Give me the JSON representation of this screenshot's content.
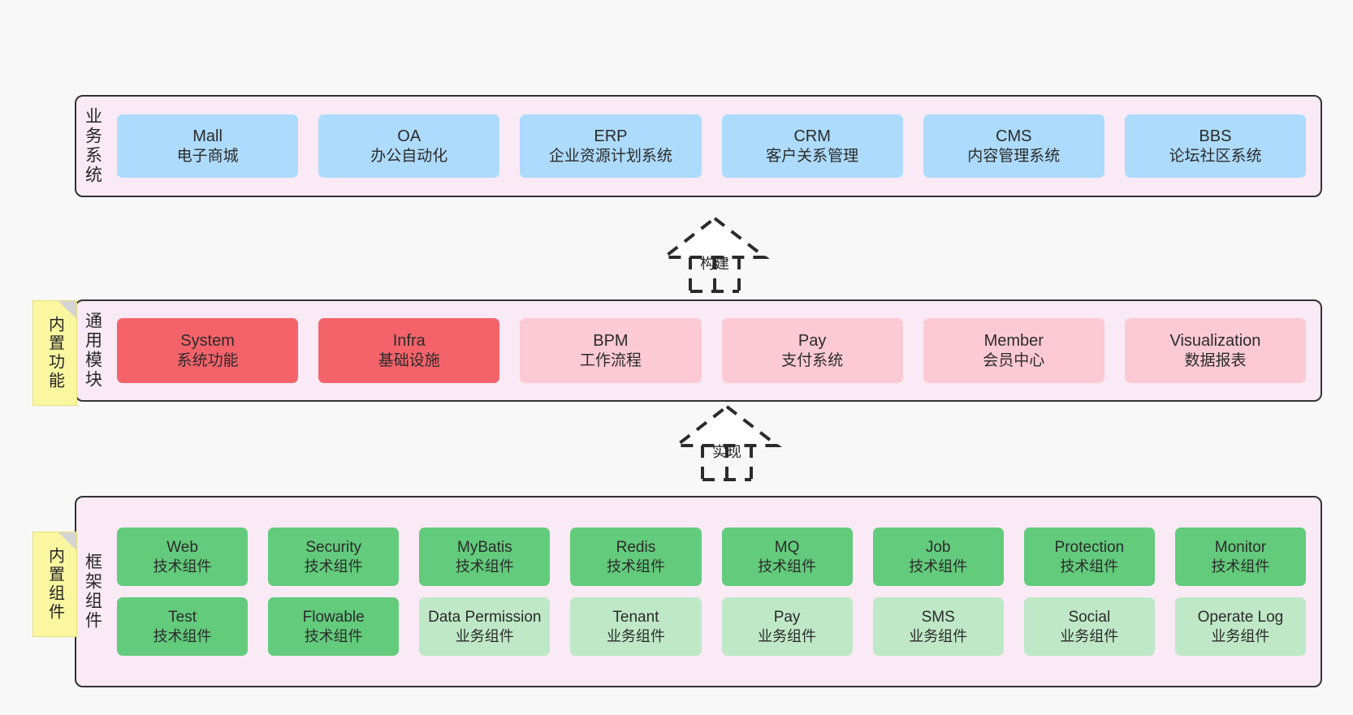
{
  "layers": [
    {
      "id": "business-system",
      "title": "业务系统",
      "note": null,
      "rows": [
        {
          "style": "blue",
          "items": [
            {
              "name": "Mall",
              "desc": "电子商城"
            },
            {
              "name": "OA",
              "desc": "办公自动化"
            },
            {
              "name": "ERP",
              "desc": "企业资源计划系统"
            },
            {
              "name": "CRM",
              "desc": "客户关系管理"
            },
            {
              "name": "CMS",
              "desc": "内容管理系统"
            },
            {
              "name": "BBS",
              "desc": "论坛社区系统"
            }
          ]
        }
      ]
    },
    {
      "id": "common-module",
      "title": "通用模块",
      "note": "内置功能",
      "rows": [
        {
          "items": [
            {
              "name": "System",
              "desc": "系统功能",
              "style": "red"
            },
            {
              "name": "Infra",
              "desc": "基础设施",
              "style": "red"
            },
            {
              "name": "BPM",
              "desc": "工作流程",
              "style": "pink"
            },
            {
              "name": "Pay",
              "desc": "支付系统",
              "style": "pink"
            },
            {
              "name": "Member",
              "desc": "会员中心",
              "style": "pink"
            },
            {
              "name": "Visualization",
              "desc": "数据报表",
              "style": "pink"
            }
          ]
        }
      ]
    },
    {
      "id": "framework-component",
      "title": "框架组件",
      "note": "内置组件",
      "rows": [
        {
          "items": [
            {
              "name": "Web",
              "desc": "技术组件",
              "style": "green"
            },
            {
              "name": "Security",
              "desc": "技术组件",
              "style": "green"
            },
            {
              "name": "MyBatis",
              "desc": "技术组件",
              "style": "green"
            },
            {
              "name": "Redis",
              "desc": "技术组件",
              "style": "green"
            },
            {
              "name": "MQ",
              "desc": "技术组件",
              "style": "green"
            },
            {
              "name": "Job",
              "desc": "技术组件",
              "style": "green"
            },
            {
              "name": "Protection",
              "desc": "技术组件",
              "style": "green"
            },
            {
              "name": "Monitor",
              "desc": "技术组件",
              "style": "green"
            }
          ]
        },
        {
          "items": [
            {
              "name": "Test",
              "desc": "技术组件",
              "style": "green"
            },
            {
              "name": "Flowable",
              "desc": "技术组件",
              "style": "green"
            },
            {
              "name": "Data Permission",
              "desc": "业务组件",
              "style": "lightgreen"
            },
            {
              "name": "Tenant",
              "desc": "业务组件",
              "style": "lightgreen"
            },
            {
              "name": "Pay",
              "desc": "业务组件",
              "style": "lightgreen"
            },
            {
              "name": "SMS",
              "desc": "业务组件",
              "style": "lightgreen"
            },
            {
              "name": "Social",
              "desc": "业务组件",
              "style": "lightgreen"
            },
            {
              "name": "Operate Log",
              "desc": "业务组件",
              "style": "lightgreen"
            }
          ]
        }
      ]
    }
  ],
  "connectors": [
    {
      "id": "build",
      "label": "构建"
    },
    {
      "id": "implement",
      "label": "实现"
    }
  ],
  "colors": {
    "layer_background": "#f9eaf5",
    "layer_border": "#333333",
    "business": "#addbfb",
    "module_core": "#f4636a",
    "module_optional": "#fccad4",
    "component_tech": "#63cb7c",
    "component_business": "#bfe8c7",
    "note_background": "#fbf7a0",
    "canvas_background": "#f8f8f8"
  }
}
